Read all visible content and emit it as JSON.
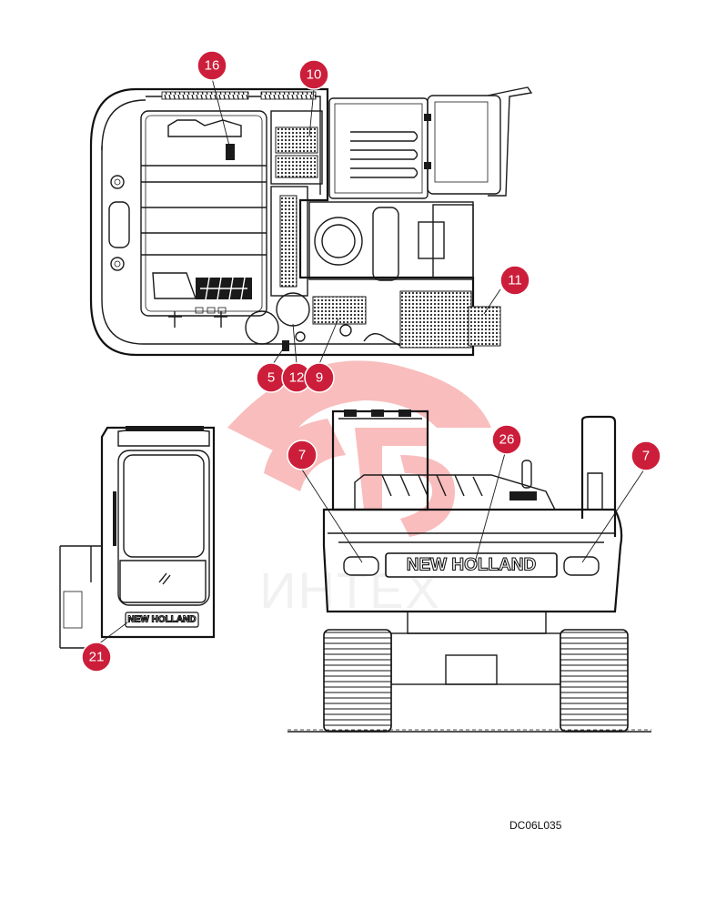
{
  "drawing_code": "DC06L035",
  "watermark_text": "ИНТЕХ",
  "accent_color": "#cc1e3a",
  "brand_decal_text": "NEW HOLLAND",
  "callouts": [
    "16",
    "10",
    "11",
    "5",
    "12",
    "9",
    "7",
    "26",
    "7",
    "21"
  ]
}
